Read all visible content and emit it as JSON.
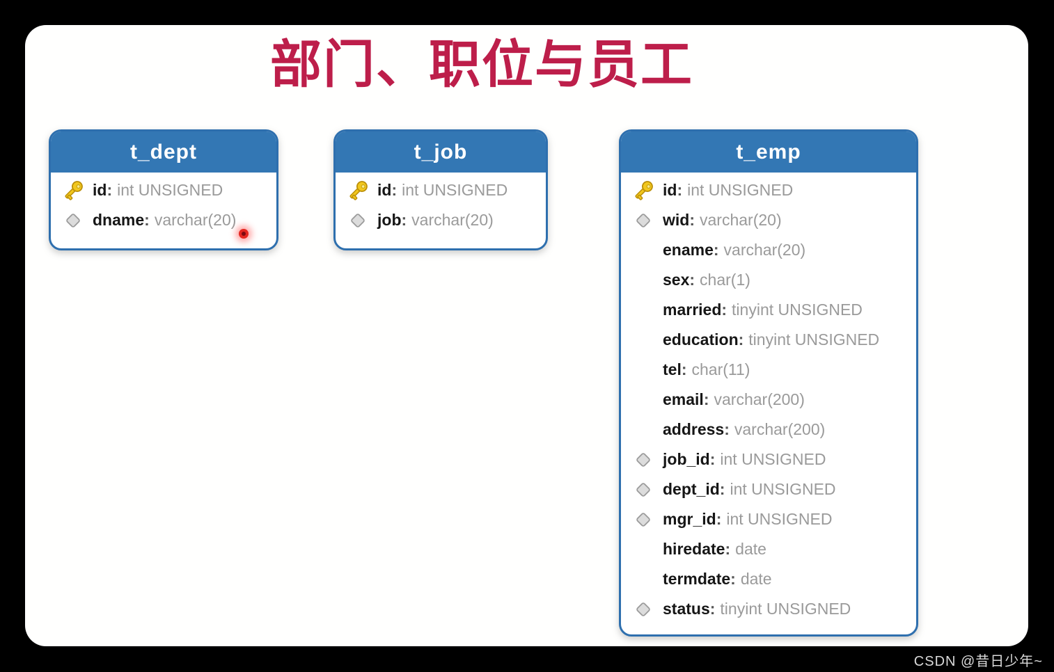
{
  "page": {
    "title": "部门、职位与员工",
    "watermark": "CSDN @昔日少年~"
  },
  "colors": {
    "page_background": "#000000",
    "slide_background": "#ffffff",
    "title_text": "#bd1e4a",
    "table_header_background": "#3377b4",
    "table_border": "#2e6fae",
    "table_header_text": "#ffffff",
    "field_name_text": "#161616",
    "field_type_text": "#9a9a9a",
    "primary_key_icon": "#f2c71d",
    "diamond_icon_fill": "#dcdcdc",
    "diamond_icon_border": "#9b9b9b",
    "cursor_dot": "#e42620"
  },
  "icons": {
    "key": "primary-key-icon",
    "diamond": "nullable-field-diamond-icon"
  },
  "tables": [
    {
      "name": "t_dept",
      "fields": [
        {
          "icon": "key",
          "name": "id",
          "type": "int UNSIGNED"
        },
        {
          "icon": "diamond",
          "name": "dname",
          "type": "varchar(20)"
        }
      ]
    },
    {
      "name": "t_job",
      "fields": [
        {
          "icon": "key",
          "name": "id",
          "type": "int UNSIGNED"
        },
        {
          "icon": "diamond",
          "name": "job",
          "type": "varchar(20)"
        }
      ]
    },
    {
      "name": "t_emp",
      "fields": [
        {
          "icon": "key",
          "name": "id",
          "type": "int UNSIGNED"
        },
        {
          "icon": "diamond",
          "name": "wid",
          "type": "varchar(20)"
        },
        {
          "icon": "none",
          "name": "ename",
          "type": "varchar(20)"
        },
        {
          "icon": "none",
          "name": "sex",
          "type": "char(1)"
        },
        {
          "icon": "none",
          "name": "married",
          "type": "tinyint UNSIGNED"
        },
        {
          "icon": "none",
          "name": "education",
          "type": "tinyint UNSIGNED"
        },
        {
          "icon": "none",
          "name": "tel",
          "type": "char(11)"
        },
        {
          "icon": "none",
          "name": "email",
          "type": "varchar(200)"
        },
        {
          "icon": "none",
          "name": "address",
          "type": "varchar(200)"
        },
        {
          "icon": "diamond",
          "name": "job_id",
          "type": "int UNSIGNED"
        },
        {
          "icon": "diamond",
          "name": "dept_id",
          "type": "int UNSIGNED"
        },
        {
          "icon": "diamond",
          "name": "mgr_id",
          "type": "int UNSIGNED"
        },
        {
          "icon": "none",
          "name": "hiredate",
          "type": "date"
        },
        {
          "icon": "none",
          "name": "termdate",
          "type": "date"
        },
        {
          "icon": "diamond",
          "name": "status",
          "type": "tinyint UNSIGNED"
        }
      ]
    }
  ]
}
